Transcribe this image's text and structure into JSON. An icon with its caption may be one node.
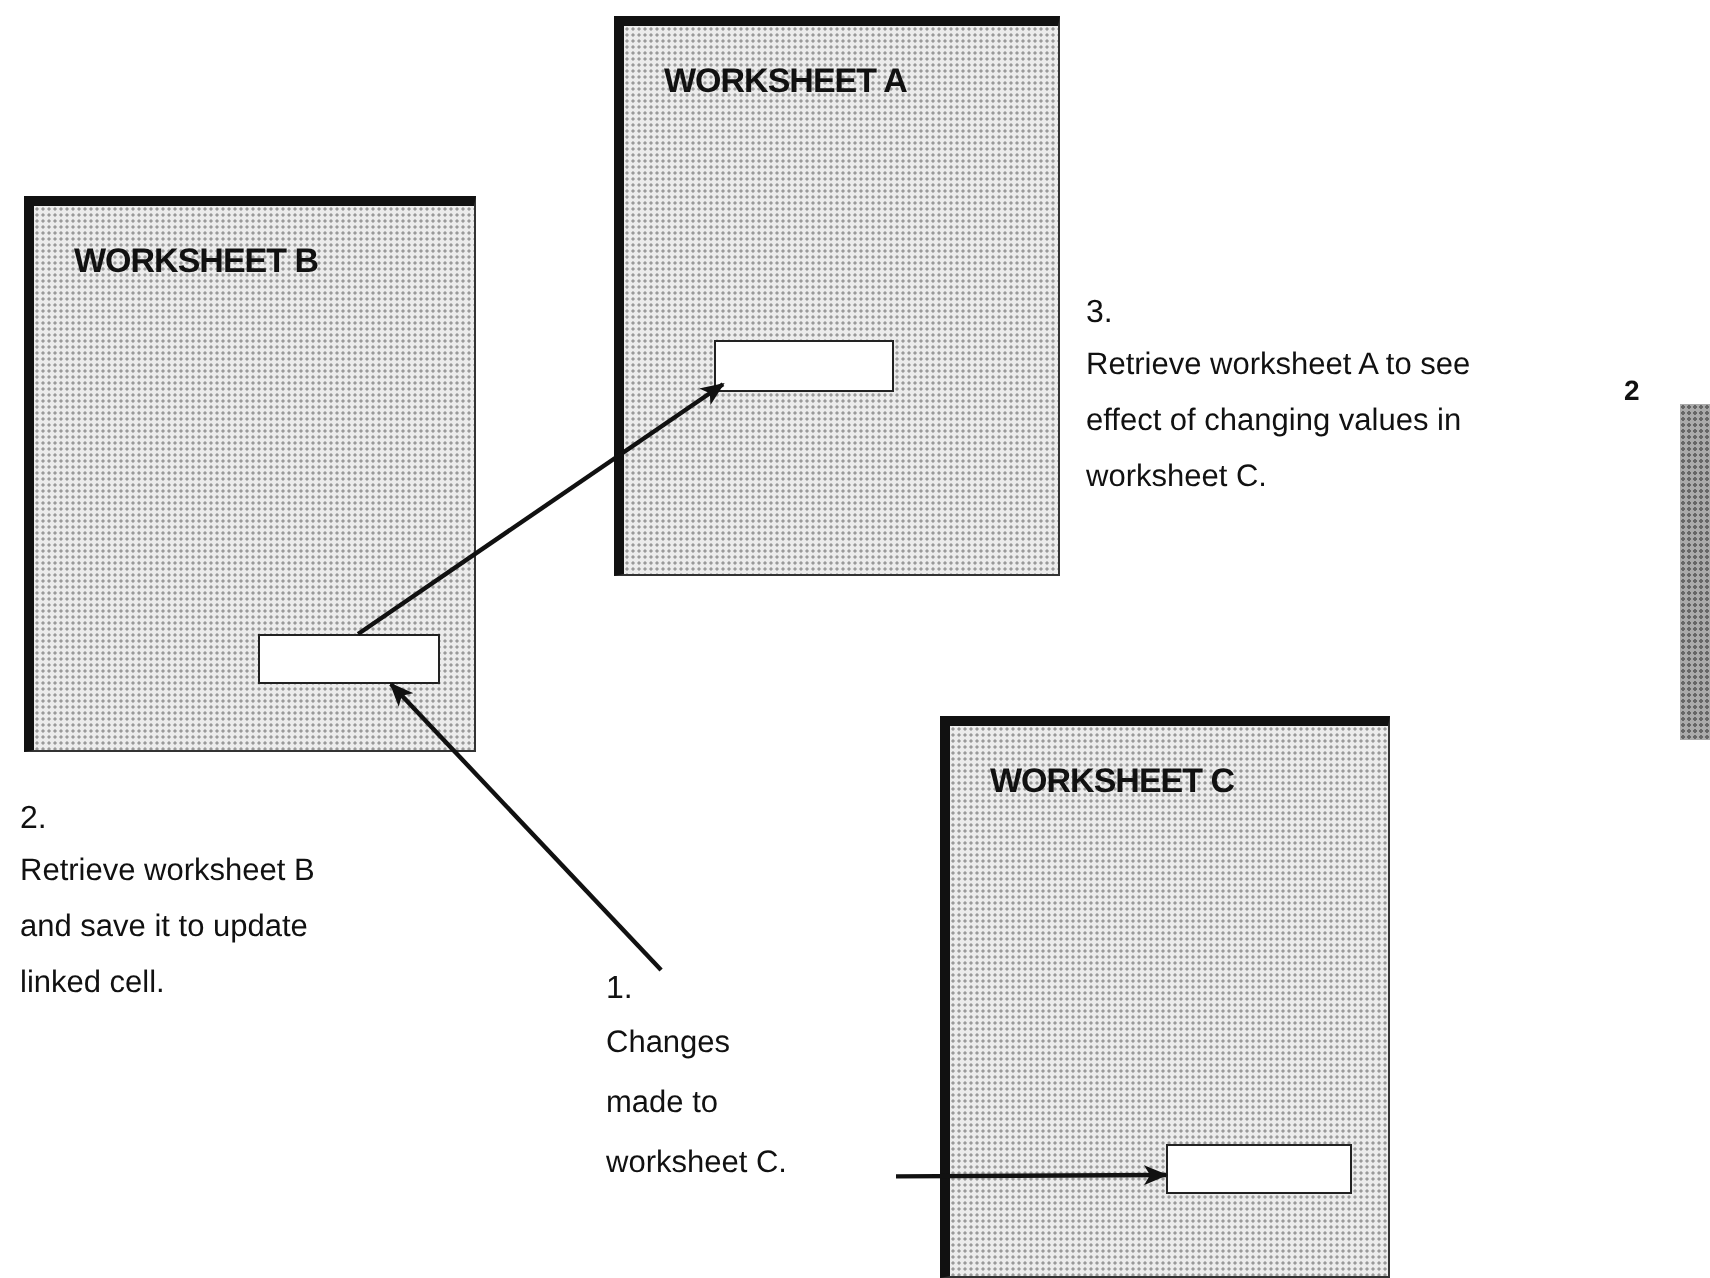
{
  "diagram": {
    "nodes": [
      {
        "text": [
          "WORKSHEET A"
        ],
        "beside": [
          "3.",
          "Retrieve worksheet A to see effect of changing values in worksheet C."
        ]
      },
      {
        "text": [],
        "shape": "box",
        "in": 0
      },
      {
        "text": [
          "WORKSHEET B"
        ],
        "beside": [
          "2.",
          "Retrieve worksheet B and save it to update linked cell."
        ]
      },
      {
        "text": [],
        "shape": "box",
        "in": 2
      },
      {
        "text": [
          "1.",
          "Changes made to worksheet C."
        ]
      },
      {
        "text": [
          "WORKSHEET C"
        ]
      },
      {
        "text": [],
        "shape": "box",
        "in": 5
      }
    ],
    "edges": [
      {
        "from": 3,
        "to": 1,
        "arrow": "to"
      },
      {
        "from": 4,
        "to": 3,
        "arrow": "to"
      },
      {
        "from": 4,
        "to": 6,
        "arrow": "to"
      }
    ],
    "labels": [
      "2"
    ]
  }
}
